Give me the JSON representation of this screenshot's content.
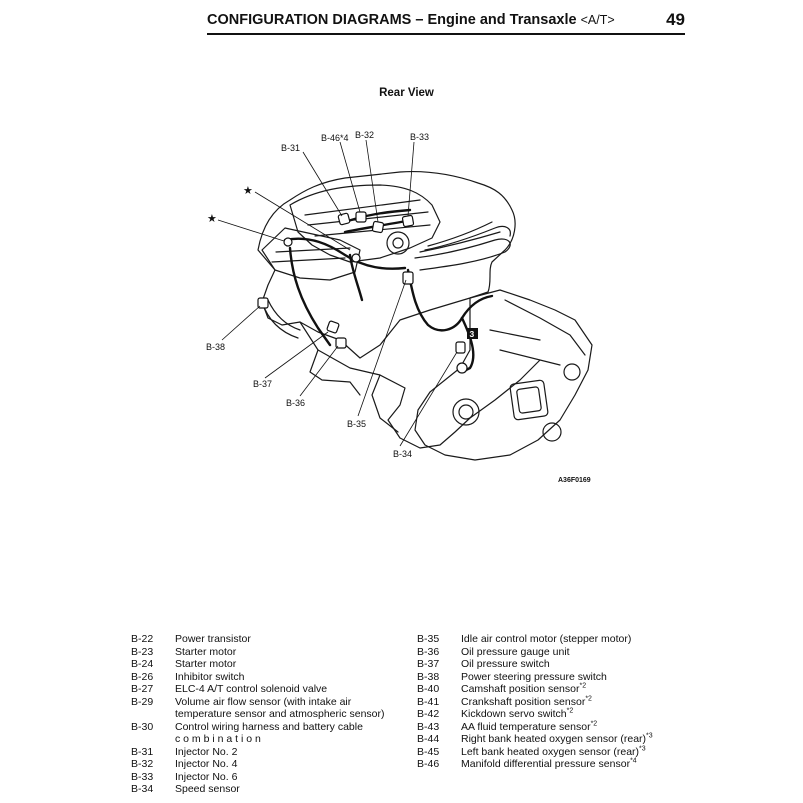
{
  "header": {
    "title": "CONFIGURATION DIAGRAMS",
    "subtitle": "– Engine and Transaxle",
    "at": "<A/T>",
    "page": "49"
  },
  "view_title": "Rear View",
  "callouts": {
    "b31": "B-31",
    "b46": "B-46*4",
    "b32": "B-32",
    "b33": "B-33",
    "b38": "B-38",
    "b37": "B-37",
    "b36": "B-36",
    "b35": "B-35",
    "b34": "B-34",
    "star1": "★",
    "star2": "★",
    "box3": "3",
    "code": "A36F0169"
  },
  "legend_left": [
    {
      "code": "B-22",
      "desc": "Power transistor"
    },
    {
      "code": "B-23",
      "desc": "Starter motor"
    },
    {
      "code": "B-24",
      "desc": "Starter motor"
    },
    {
      "code": "B-26",
      "desc": "Inhibitor switch"
    },
    {
      "code": "B-27",
      "desc": "ELC-4 A/T control solenoid valve"
    },
    {
      "code": "B-29",
      "desc": "Volume air flow sensor (with intake air"
    },
    {
      "code": "",
      "desc": "temperature sensor and atmospheric sensor)"
    },
    {
      "code": "B-30",
      "desc": "Control wiring harness and battery cable"
    },
    {
      "code": "",
      "desc": "c o m b i n a t i o n"
    },
    {
      "code": "B-31",
      "desc": "Injector No. 2"
    },
    {
      "code": "B-32",
      "desc": "Injector No. 4"
    },
    {
      "code": "B-33",
      "desc": "Injector No. 6"
    },
    {
      "code": "B-34",
      "desc": "Speed sensor"
    }
  ],
  "legend_right": [
    {
      "code": "B-35",
      "desc": "Idle air control motor (stepper motor)",
      "sup": ""
    },
    {
      "code": "B-36",
      "desc": "Oil pressure gauge unit",
      "sup": ""
    },
    {
      "code": "B-37",
      "desc": "Oil pressure switch",
      "sup": ""
    },
    {
      "code": "B-38",
      "desc": "Power steering pressure switch",
      "sup": ""
    },
    {
      "code": "B-40",
      "desc": "Camshaft position sensor",
      "sup": "*2"
    },
    {
      "code": "B-41",
      "desc": "Crankshaft position sensor",
      "sup": "*2"
    },
    {
      "code": "B-42",
      "desc": "Kickdown servo switch",
      "sup": "*2"
    },
    {
      "code": "B-43",
      "desc": "AA fluid temperature sensor",
      "sup": "*2"
    },
    {
      "code": "B-44",
      "desc": "Right bank heated oxygen sensor (rear)",
      "sup": "*3"
    },
    {
      "code": "B-45",
      "desc": "Left bank heated oxygen sensor (rear)",
      "sup": "*3"
    },
    {
      "code": "B-46",
      "desc": "Manifold differential pressure sensor",
      "sup": "*4"
    }
  ]
}
